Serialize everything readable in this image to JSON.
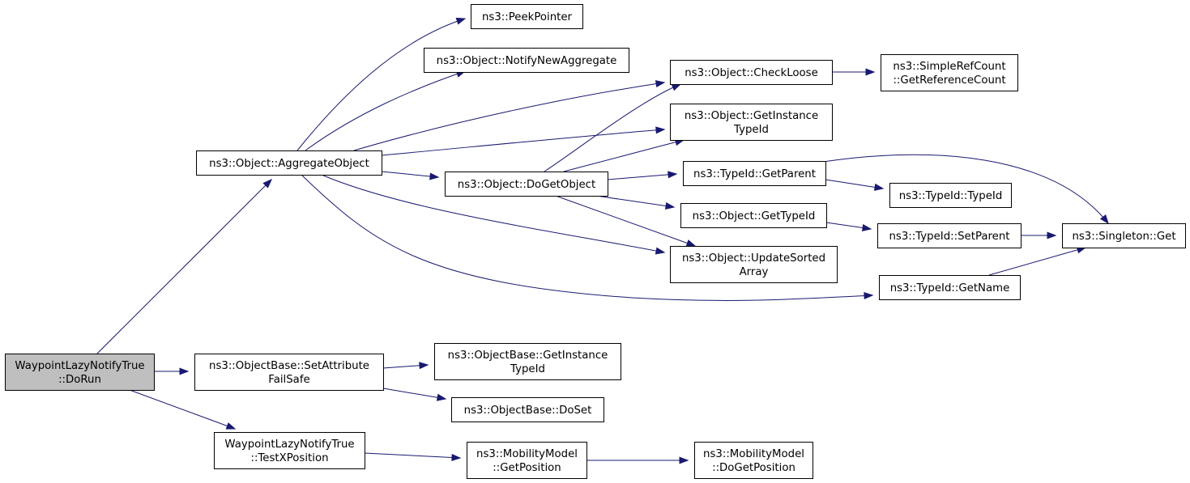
{
  "graph": {
    "nodes": [
      {
        "id": "root",
        "lines": [
          "WaypointLazyNotifyTrue",
          "::DoRun"
        ],
        "highlight": true
      },
      {
        "id": "aggregate",
        "lines": [
          "ns3::Object::AggregateObject"
        ]
      },
      {
        "id": "setattr",
        "lines": [
          "ns3::ObjectBase::SetAttribute",
          "FailSafe"
        ]
      },
      {
        "id": "testx",
        "lines": [
          "WaypointLazyNotifyTrue",
          "::TestXPosition"
        ]
      },
      {
        "id": "peek",
        "lines": [
          "ns3::PeekPointer"
        ]
      },
      {
        "id": "notifynew",
        "lines": [
          "ns3::Object::NotifyNewAggregate"
        ]
      },
      {
        "id": "dogetobj",
        "lines": [
          "ns3::Object::DoGetObject"
        ]
      },
      {
        "id": "checkloose",
        "lines": [
          "ns3::Object::CheckLoose"
        ]
      },
      {
        "id": "getinst",
        "lines": [
          "ns3::Object::GetInstance",
          "TypeId"
        ]
      },
      {
        "id": "getparent",
        "lines": [
          "ns3::TypeId::GetParent"
        ]
      },
      {
        "id": "gettypeid",
        "lines": [
          "ns3::Object::GetTypeId"
        ]
      },
      {
        "id": "updsorted",
        "lines": [
          "ns3::Object::UpdateSorted",
          "Array"
        ]
      },
      {
        "id": "getrefcount",
        "lines": [
          "ns3::SimpleRefCount",
          "::GetReferenceCount"
        ]
      },
      {
        "id": "typeidctor",
        "lines": [
          "ns3::TypeId::TypeId"
        ]
      },
      {
        "id": "setparent",
        "lines": [
          "ns3::TypeId::SetParent"
        ]
      },
      {
        "id": "getname",
        "lines": [
          "ns3::TypeId::GetName"
        ]
      },
      {
        "id": "singleton",
        "lines": [
          "ns3::Singleton::Get"
        ]
      },
      {
        "id": "obgetinst",
        "lines": [
          "ns3::ObjectBase::GetInstance",
          "TypeId"
        ]
      },
      {
        "id": "doset",
        "lines": [
          "ns3::ObjectBase::DoSet"
        ]
      },
      {
        "id": "mmgetpos",
        "lines": [
          "ns3::MobilityModel",
          "::GetPosition"
        ]
      },
      {
        "id": "mmdogetpos",
        "lines": [
          "ns3::MobilityModel",
          "::DoGetPosition"
        ]
      }
    ],
    "edges": [
      {
        "from": "root",
        "to": "aggregate"
      },
      {
        "from": "root",
        "to": "setattr"
      },
      {
        "from": "root",
        "to": "testx"
      },
      {
        "from": "aggregate",
        "to": "peek"
      },
      {
        "from": "aggregate",
        "to": "notifynew"
      },
      {
        "from": "aggregate",
        "to": "checkloose"
      },
      {
        "from": "aggregate",
        "to": "getinst"
      },
      {
        "from": "aggregate",
        "to": "dogetobj"
      },
      {
        "from": "aggregate",
        "to": "updsorted"
      },
      {
        "from": "aggregate",
        "to": "getname"
      },
      {
        "from": "dogetobj",
        "to": "checkloose"
      },
      {
        "from": "dogetobj",
        "to": "getinst"
      },
      {
        "from": "dogetobj",
        "to": "getparent"
      },
      {
        "from": "dogetobj",
        "to": "gettypeid"
      },
      {
        "from": "dogetobj",
        "to": "updsorted"
      },
      {
        "from": "checkloose",
        "to": "getrefcount"
      },
      {
        "from": "getparent",
        "to": "typeidctor"
      },
      {
        "from": "getparent",
        "to": "singleton"
      },
      {
        "from": "gettypeid",
        "to": "setparent"
      },
      {
        "from": "setparent",
        "to": "singleton"
      },
      {
        "from": "getname",
        "to": "singleton"
      },
      {
        "from": "setattr",
        "to": "obgetinst"
      },
      {
        "from": "setattr",
        "to": "doset"
      },
      {
        "from": "testx",
        "to": "mmgetpos"
      },
      {
        "from": "mmgetpos",
        "to": "mmdogetpos"
      }
    ]
  }
}
